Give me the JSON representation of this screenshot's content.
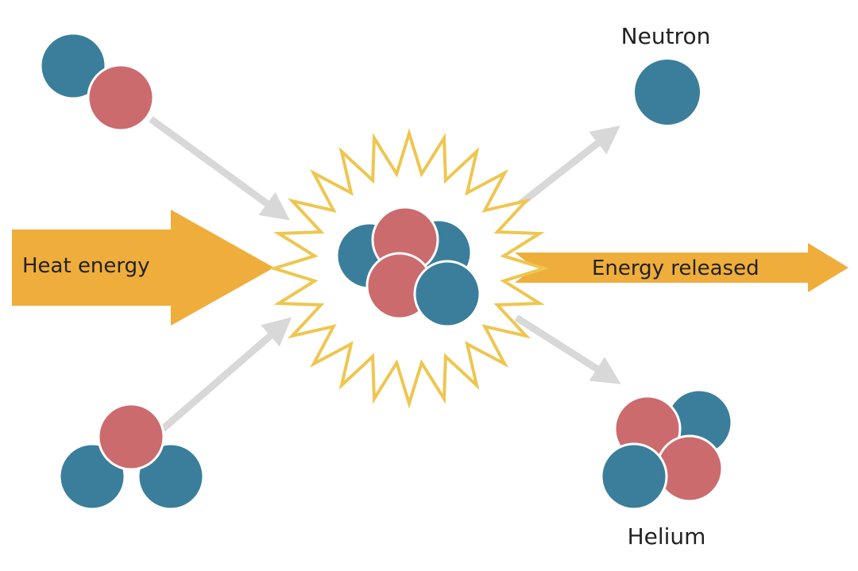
{
  "labels": {
    "heat_energy": "Heat energy",
    "energy_released": "Energy released",
    "neutron": "Neutron",
    "helium": "Helium"
  },
  "colors": {
    "proton": "#CB6B6E",
    "neutron": "#3B7E9B",
    "energy_arrow": "#EFAD3B",
    "burst_outline": "#EEC650",
    "path_arrow": "#D8D8D8",
    "text": "#222222"
  }
}
